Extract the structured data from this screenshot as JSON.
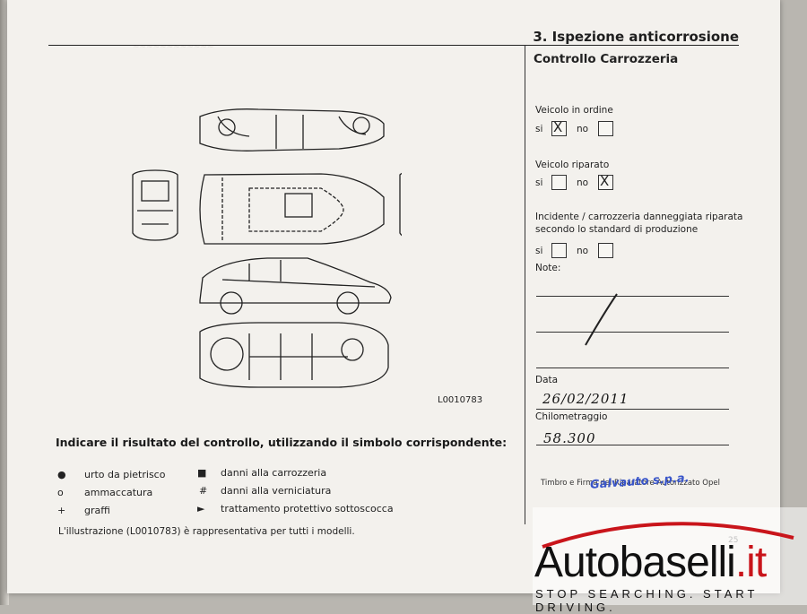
{
  "header": {
    "section_title": "3. Ispezione anticorrosione"
  },
  "figure": {
    "id": "L0010783"
  },
  "control": {
    "title": "Controllo Carrozzeria",
    "q1": {
      "label": "Veicolo in ordine",
      "yes": "si",
      "no": "no",
      "mark": "X"
    },
    "q2": {
      "label": "Veicolo riparato",
      "yes": "si",
      "no": "no",
      "mark": "X"
    },
    "q3": {
      "label_line1": "Incidente / carrozzeria danneggiata riparata",
      "label_line2": "secondo lo standard di produzione",
      "yes": "si",
      "no": "no"
    },
    "notes_label": "Note:",
    "date_label": "Data",
    "date_value": "26/02/2011",
    "km_label": "Chilometraggio",
    "km_value": "58.300",
    "stamp_label": "Timbro e Firma del Riparatore Autorizzato Opel",
    "stamp_text": "Galvauto s.p.a."
  },
  "instructions": {
    "title": "Indicare il risultato del controllo, utilizzando il simbolo corrispondente:",
    "legend": [
      {
        "symbol": "●",
        "text": "urto da pietrisco"
      },
      {
        "symbol": "o",
        "text": "ammaccatura"
      },
      {
        "symbol": "+",
        "text": "graffi"
      },
      {
        "symbol": "■",
        "text": "danni alla carrozzeria"
      },
      {
        "symbol": "#",
        "text": "danni alla verniciatura"
      },
      {
        "symbol": "►",
        "text": "trattamento protettivo sottoscocca"
      }
    ],
    "note": "L'illustrazione (L0010783) è rappresentativa per tutti i modelli."
  },
  "page_number": "25",
  "watermark": {
    "brand": "Autobaselli",
    "tld": ".it",
    "tagline": "STOP SEARCHING. START DRIVING."
  }
}
